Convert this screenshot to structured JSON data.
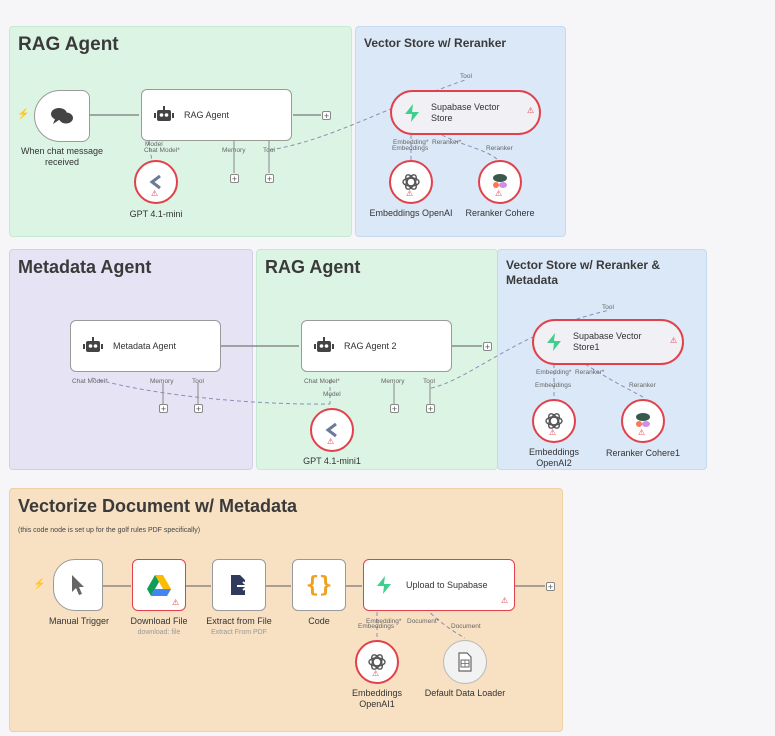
{
  "colors": {
    "accent_red": "#e0414a",
    "green_sticky": "#dcf4e3",
    "blue_sticky": "#dbe8f7",
    "purple_sticky": "#e6e3f5",
    "orange_sticky": "#f8e1c2",
    "supabase_green": "#3ecf8e"
  },
  "stickies": {
    "rag1": "RAG Agent",
    "vs1": "Vector Store w/ Reranker",
    "meta": "Metadata Agent",
    "rag2": "RAG Agent",
    "vs2": "Vector Store w/ Reranker & Metadata",
    "vec": "Vectorize Document w/ Metadata",
    "vec_desc": "(this code node is set up for the golf rules PDF specifically)"
  },
  "nodes": {
    "chat_trigger": "When chat message received",
    "rag_agent": "RAG Agent",
    "gpt": "GPT 4.1-mini",
    "supabase_vs": "Supabase Vector Store",
    "emb_openai": "Embeddings OpenAI",
    "reranker": "Reranker Cohere",
    "metadata_agent": "Metadata Agent",
    "rag_agent2": "RAG Agent 2",
    "gpt1": "GPT 4.1-mini1",
    "supabase_vs1": "Supabase Vector Store1",
    "emb_openai2": "Embeddings OpenAI2",
    "reranker1": "Reranker Cohere1",
    "manual_trigger": "Manual Trigger",
    "download_file": "Download File",
    "download_file_sub": "download: file",
    "extract": "Extract from File",
    "extract_sub": "Extract From PDF",
    "code": "Code",
    "upload": "Upload to Supabase",
    "emb_openai1": "Embeddings OpenAI1",
    "data_loader": "Default Data Loader"
  },
  "ports": {
    "chat_model": "Chat Model*",
    "memory": "Memory",
    "tool": "Tool",
    "model": "Model",
    "embedding": "Embedding*",
    "embeddings": "Embeddings",
    "reranker_req": "Reranker*",
    "reranker": "Reranker",
    "document_req": "Document*",
    "document": "Document"
  },
  "icons": {
    "chat": "chat-bubbles-icon",
    "robot": "robot-icon",
    "model": "openai-model-icon",
    "supabase": "supabase-bolt-icon",
    "openai": "openai-logo-icon",
    "cohere": "cohere-logo-icon",
    "cursor": "cursor-icon",
    "drive": "google-drive-icon",
    "file": "file-extract-icon",
    "code": "braces-icon",
    "loader": "data-loader-icon",
    "warning": "warning-icon",
    "plus": "plus-icon",
    "bolt": "trigger-bolt-icon"
  }
}
